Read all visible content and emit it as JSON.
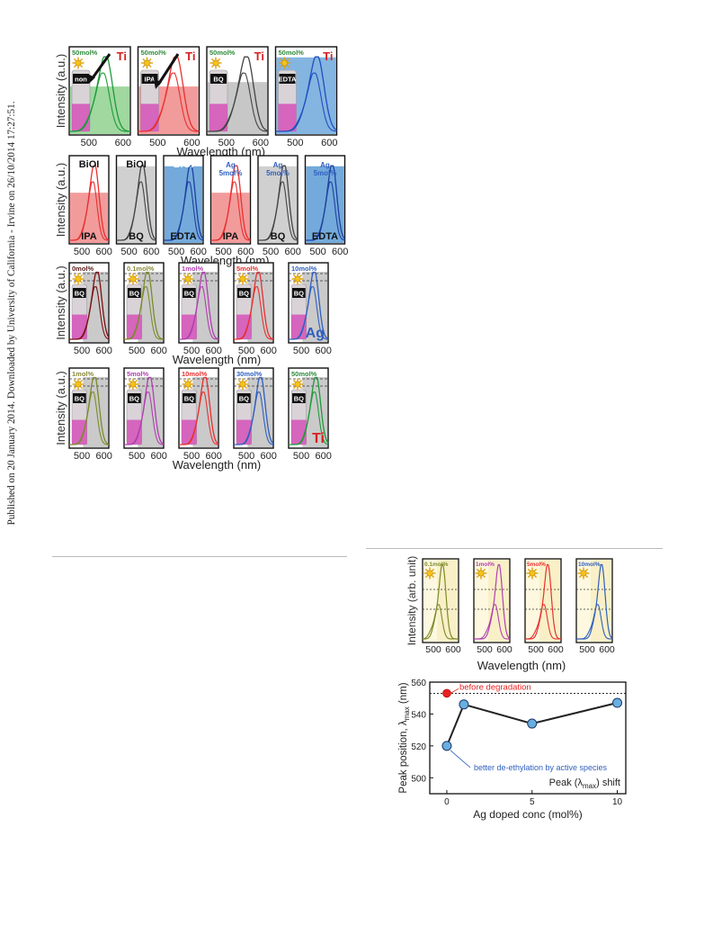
{
  "side_note": "Published on 20 January 2014. Downloaded by University of California - Irvine on 26/10/2014 17:27:51.",
  "figure_left": {
    "rows": [
      {
        "ylabel": "Intensity (a.u.)",
        "xlabel": "Wavelength (nm)",
        "ticks": [
          "500",
          "600"
        ],
        "panels": [
          {
            "conc": "50mol%",
            "conc_color": "#2e8b3a",
            "sample": "Ti",
            "sample_color": "#d62020",
            "scavenger": "non",
            "color": "#1f9a3a",
            "fill": "#8fd18f",
            "peak": 540
          },
          {
            "conc": "50mol%",
            "conc_color": "#2e8b3a",
            "sample": "Ti",
            "sample_color": "#d62020",
            "scavenger": "IPA",
            "color": "#e83030",
            "fill": "#f08a8a",
            "peak": 545
          },
          {
            "conc": "50mol%",
            "conc_color": "#2e8b3a",
            "sample": "Ti",
            "sample_color": "#d62020",
            "scavenger": "BQ",
            "color": "#444444",
            "fill": "#bdbdbd",
            "peak": 550
          },
          {
            "conc": "50mol%",
            "conc_color": "#2e8b3a",
            "sample": "Ti",
            "sample_color": "#d62020",
            "scavenger": "EDTA",
            "color": "#1f4fbf",
            "fill": "#6fa8dc",
            "peak": 555
          }
        ]
      },
      {
        "ylabel": "Intensity (a.u.)",
        "xlabel": "Wavelength (nm)",
        "ticks": [
          "500",
          "600"
        ],
        "panels": [
          {
            "top": "BiOI",
            "top_color": "#111111",
            "bottom": "IPA",
            "color": "#e83030",
            "fill": "#f08a8a",
            "peak": 548
          },
          {
            "top": "BiOI",
            "top_color": "#111111",
            "bottom": "BQ",
            "color": "#444444",
            "fill": "#c8c8c8",
            "peak": 552
          },
          {
            "top": "BiOI",
            "top_color": "#ffffff",
            "bottom": "EDTA",
            "color": "#1f3f9f",
            "fill": "#5b9bd5",
            "peak": 556
          },
          {
            "top": "Ag\n5mol%",
            "top_color": "#2f5fbf",
            "bottom": "IPA",
            "color": "#e83030",
            "fill": "#f08a8a",
            "peak": 548
          },
          {
            "top": "Ag\n5mol%",
            "top_color": "#2f5fbf",
            "bottom": "BQ",
            "color": "#444444",
            "fill": "#c8c8c8",
            "peak": 552
          },
          {
            "top": "Ag\n5mol%",
            "top_color": "#2f5fbf",
            "bottom": "EDTA",
            "color": "#1f3f9f",
            "fill": "#5b9bd5",
            "peak": 556
          }
        ]
      },
      {
        "ylabel": "Intensity (a.u.)",
        "xlabel": "Wavelength (nm)",
        "ticks": [
          "500",
          "600"
        ],
        "series_label": "Ag",
        "series_color": "#2f5fbf",
        "panels": [
          {
            "conc": "0mol%",
            "conc_color": "#5a1a1a",
            "scavenger": "BQ",
            "color": "#7a1010",
            "peak": 560
          },
          {
            "conc": "0.1mol%",
            "conc_color": "#8a8a3a",
            "scavenger": "BQ",
            "color": "#7d8a2a",
            "peak": 540
          },
          {
            "conc": "1mol%",
            "conc_color": "#b040b0",
            "scavenger": "BQ",
            "color": "#b040b0",
            "peak": 545
          },
          {
            "conc": "5mol%",
            "conc_color": "#e83030",
            "scavenger": "BQ",
            "color": "#e83030",
            "peak": 545
          },
          {
            "conc": "10mol%",
            "conc_color": "#2f5fbf",
            "scavenger": "BQ",
            "color": "#2f5fbf",
            "peak": 550
          }
        ]
      },
      {
        "ylabel": "Intensity (a.u.)",
        "xlabel": "Wavelength (nm)",
        "ticks": [
          "500",
          "600"
        ],
        "series_label": "Ti",
        "series_color": "#d62020",
        "panels": [
          {
            "conc": "1mol%",
            "conc_color": "#8a8a3a",
            "scavenger": "BQ",
            "color": "#7d8a2a",
            "peak": 548
          },
          {
            "conc": "5mol%",
            "conc_color": "#b040b0",
            "scavenger": "BQ",
            "color": "#b040b0",
            "peak": 550
          },
          {
            "conc": "10mol%",
            "conc_color": "#e83030",
            "scavenger": "BQ",
            "color": "#e83030",
            "peak": 552
          },
          {
            "conc": "30mol%",
            "conc_color": "#2f5fbf",
            "scavenger": "BQ",
            "color": "#2f5fbf",
            "peak": 555
          },
          {
            "conc": "50mol%",
            "conc_color": "#2e8b3a",
            "scavenger": "BQ",
            "color": "#1f9a3a",
            "peak": 558
          }
        ]
      }
    ]
  },
  "figure_right": {
    "spectra": {
      "ylabel": "Intensity (arb. unit)",
      "xlabel": "Wavelength (nm)",
      "ticks": [
        "500",
        "600"
      ],
      "panels": [
        {
          "conc": "0.1mol%",
          "conc_color": "#7d8a2a",
          "color": "#7d8a2a",
          "peak": 520
        },
        {
          "conc": "1mol%",
          "conc_color": "#b040b0",
          "color": "#b040b0",
          "peak": 546
        },
        {
          "conc": "5mol%",
          "conc_color": "#e83030",
          "color": "#e83030",
          "peak": 534
        },
        {
          "conc": "10mol%",
          "conc_color": "#2f5fbf",
          "color": "#2f5fbf",
          "peak": 547
        }
      ]
    },
    "chart_data": {
      "type": "scatter",
      "xlabel": "Ag doped conc (mol%)",
      "ylabel_main": "Peak position, λ",
      "ylabel_sub": "max",
      "ylabel_unit": " (nm)",
      "xlim": [
        -1,
        10.5
      ],
      "ylim": [
        490,
        560
      ],
      "xticks": [
        "0",
        "5",
        "10"
      ],
      "yticks": [
        "500",
        "520",
        "540",
        "560"
      ],
      "reference": {
        "x": 0,
        "y": 553,
        "label": "before degradation",
        "color": "#e82020"
      },
      "series": [
        {
          "x": [
            0,
            1,
            5,
            10
          ],
          "y": [
            520,
            546,
            534,
            547
          ],
          "color": "#6aaee0"
        }
      ],
      "annotation": "better de-ethylation by active species",
      "annotation_color": "#2f5fbf",
      "corner_label": "Peak (λ",
      "corner_label_sub": "max",
      "corner_label_end": ") shift"
    }
  }
}
